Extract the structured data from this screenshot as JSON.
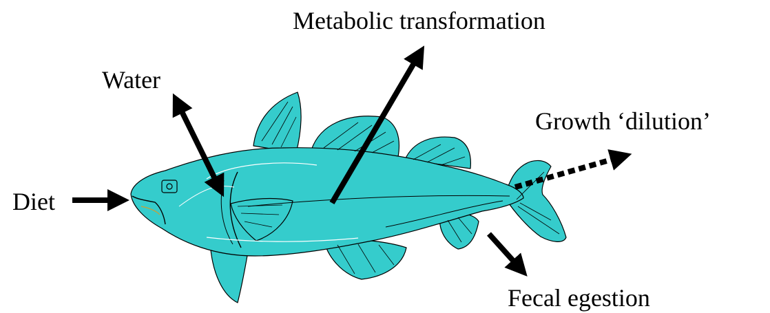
{
  "diagram": {
    "labels": {
      "metabolic": "Metabolic transformation",
      "water": "Water",
      "growth": "Growth ‘dilution’",
      "diet": "Diet",
      "fecal": "Fecal egestion"
    },
    "fish_color": "#35cccc",
    "arrow_color": "#000000"
  }
}
